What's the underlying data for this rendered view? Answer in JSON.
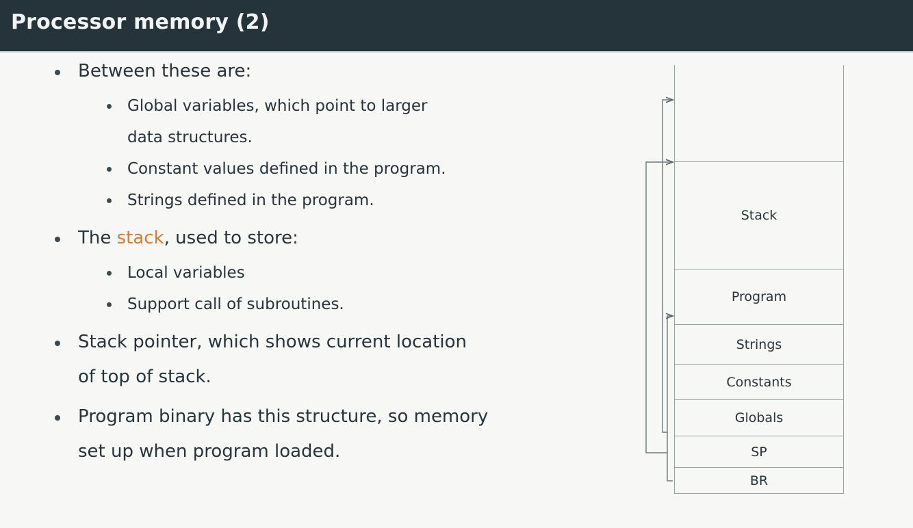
{
  "header": {
    "title": "Processor memory (2)"
  },
  "colors": {
    "header_background": "#25333a",
    "header_text": "#f2f4f4",
    "page_background": "#f7f7f6",
    "body_text": "#27353a",
    "highlight_orange": "#df7a2c",
    "diagram_line": "#98a2a6",
    "connector_line": "#6b787d"
  },
  "content": {
    "bullets": [
      {
        "text": "Between these are:",
        "children": [
          {
            "text": "Global variables, which point to larger data structures."
          },
          {
            "text": "Constant values defined in the program."
          },
          {
            "text": "Strings defined in the program."
          }
        ]
      },
      {
        "text_before": "The ",
        "highlight": "stack",
        "text_after": ", used to store:",
        "children": [
          {
            "text": "Local variables"
          },
          {
            "text": "Support call of subroutines."
          }
        ]
      },
      {
        "text": "Stack pointer, which shows current location of top of stack.",
        "children": []
      },
      {
        "text": "Program binary has this structure, so memory set up when program loaded.",
        "children": []
      }
    ]
  },
  "diagram": {
    "name": "processor-memory-layout",
    "blocks": [
      {
        "label": "",
        "height": 142,
        "open_top": true
      },
      {
        "label": "Stack",
        "height": 157
      },
      {
        "label": "Program",
        "height": 81
      },
      {
        "label": "Strings",
        "height": 58
      },
      {
        "label": "Constants",
        "height": 52
      },
      {
        "label": "Globals",
        "height": 53
      },
      {
        "label": "SP",
        "height": 46
      },
      {
        "label": "BR",
        "height": 38
      }
    ],
    "connectors": [
      {
        "name": "sp-to-stack-top",
        "from": "SP",
        "to": "Stack top edge"
      },
      {
        "name": "globals-to-memory-top",
        "from": "Globals",
        "to": "Top of memory"
      },
      {
        "name": "br-to-program-bottom",
        "from": "BR",
        "to": "Program bottom edge"
      }
    ]
  }
}
